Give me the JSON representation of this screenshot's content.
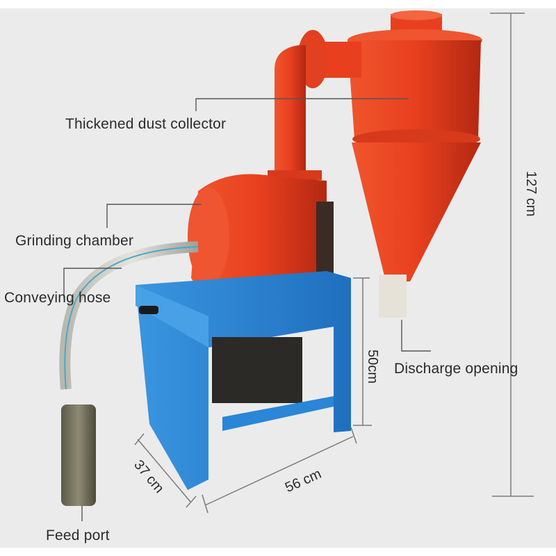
{
  "diagram": {
    "subject": "Grain grinder with cyclone dust collector",
    "colors": {
      "background": "#ebebeb",
      "machine_red": "#e8401f",
      "frame_blue": "#2a86d6",
      "leader_line": "#555555",
      "text": "#2b2b2b"
    },
    "callouts": [
      {
        "id": "dust_collector",
        "label": "Thickened dust collector"
      },
      {
        "id": "grinding_chamber",
        "label": "Grinding chamber"
      },
      {
        "id": "conveying_hose",
        "label": "Conveying hose"
      },
      {
        "id": "discharge_opening",
        "label": "Discharge opening"
      },
      {
        "id": "feed_port",
        "label": "Feed port"
      }
    ],
    "dimensions": {
      "total_height": "127  cm",
      "frame_height": "50cm",
      "frame_width": "56 cm",
      "frame_depth": "37 cm"
    }
  }
}
